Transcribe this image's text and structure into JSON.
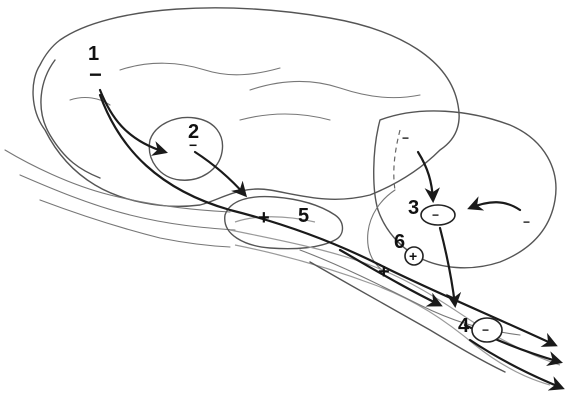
{
  "regions": [
    {
      "key": "r1",
      "number": "1",
      "sign": "−"
    },
    {
      "key": "r2",
      "number": "2",
      "sign": "−"
    },
    {
      "key": "r3",
      "number": "3",
      "sign": "−"
    },
    {
      "key": "r4",
      "number": "4",
      "sign": "−"
    },
    {
      "key": "r5",
      "number": "5",
      "sign": "+"
    },
    {
      "key": "r6",
      "number": "6",
      "sign": "+"
    }
  ],
  "extra_signs": {
    "plus_tract": "+",
    "minus_cerebellum_top": "−",
    "minus_cerebellum_right": "−"
  },
  "colors": {
    "ink": "#111111",
    "outline": "#555555"
  }
}
